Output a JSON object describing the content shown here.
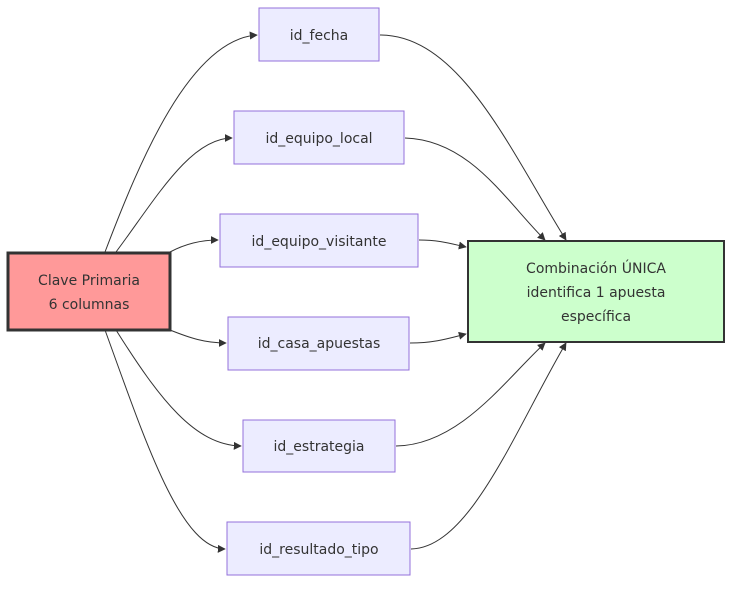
{
  "diagram": {
    "type": "flowchart",
    "nodes": {
      "primary_key": {
        "lines": [
          "Clave Primaria",
          "6 columnas"
        ],
        "fill": "#ff9999",
        "stroke": "#333333"
      },
      "id_fecha": {
        "label": "id_fecha"
      },
      "id_equipo_local": {
        "label": "id_equipo_local"
      },
      "id_equipo_visitante": {
        "label": "id_equipo_visitante"
      },
      "id_casa_apuestas": {
        "label": "id_casa_apuestas"
      },
      "id_estrategia": {
        "label": "id_estrategia"
      },
      "id_resultado_tipo": {
        "label": "id_resultado_tipo"
      },
      "unique_combo": {
        "lines": [
          "Combinación ÚNICA",
          "identifica 1 apuesta",
          "específica"
        ],
        "fill": "#ccffcc",
        "stroke": "#333333"
      }
    },
    "edges": [
      {
        "from": "primary_key",
        "to": "id_fecha"
      },
      {
        "from": "primary_key",
        "to": "id_equipo_local"
      },
      {
        "from": "primary_key",
        "to": "id_equipo_visitante"
      },
      {
        "from": "primary_key",
        "to": "id_casa_apuestas"
      },
      {
        "from": "primary_key",
        "to": "id_estrategia"
      },
      {
        "from": "primary_key",
        "to": "id_resultado_tipo"
      },
      {
        "from": "id_fecha",
        "to": "unique_combo"
      },
      {
        "from": "id_equipo_local",
        "to": "unique_combo"
      },
      {
        "from": "id_equipo_visitante",
        "to": "unique_combo"
      },
      {
        "from": "id_casa_apuestas",
        "to": "unique_combo"
      },
      {
        "from": "id_estrategia",
        "to": "unique_combo"
      },
      {
        "from": "id_resultado_tipo",
        "to": "unique_combo"
      }
    ],
    "colors": {
      "default_node_fill": "#ececff",
      "default_node_stroke": "#9370db",
      "edge": "#333333"
    }
  }
}
